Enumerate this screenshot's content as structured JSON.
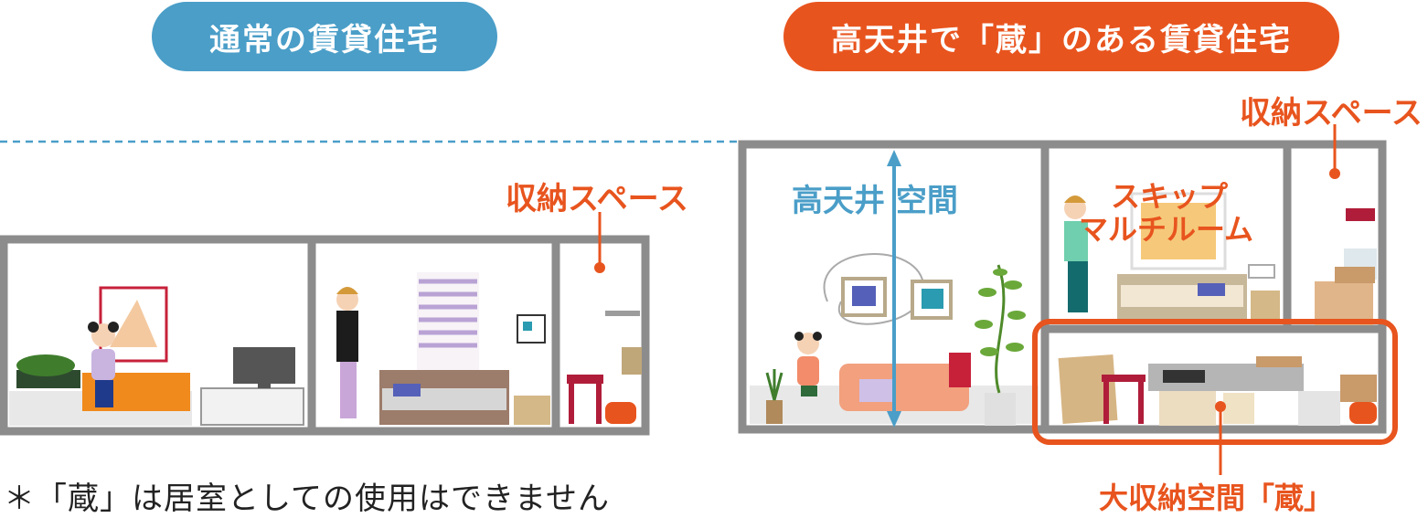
{
  "header": {
    "left_label": "通常の賃貸住宅",
    "right_label": "高天井で「蔵」のある賃貸住宅"
  },
  "labels": {
    "left_storage": "収納スペース",
    "right_storage": "収納スペース",
    "high_ceiling": "高天井 空間",
    "skip_room_line1": "スキップ",
    "skip_room_line2": "マルチルーム",
    "kura": "大収納空間「蔵」"
  },
  "footnote": "＊「蔵」は居室としての使用はできません",
  "colors": {
    "blue": "#4a9ec8",
    "orange": "#e8541e",
    "wall": "#8c8c8c"
  }
}
